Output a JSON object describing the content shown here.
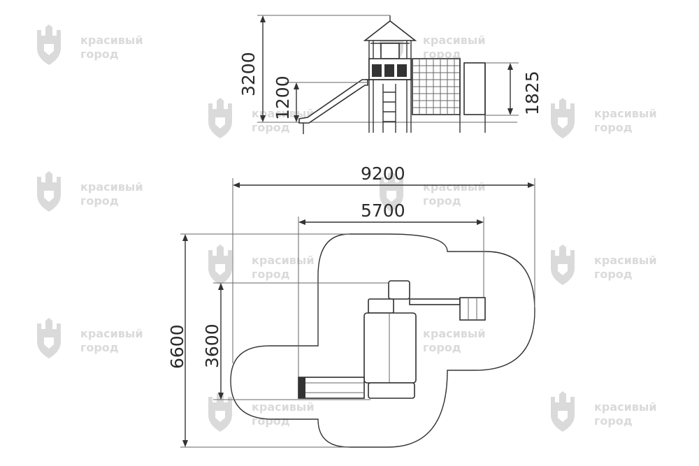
{
  "watermark": {
    "line1": "красивый",
    "line2": "город"
  },
  "dimensions": {
    "height_total": "3200",
    "height_platform": "1200",
    "height_net": "1825",
    "width_total": "9200",
    "width_inner": "5700",
    "depth_total": "6600",
    "depth_inner": "3600"
  },
  "colors": {
    "line": "#333333",
    "watermark": "#dadada",
    "background": "#ffffff"
  }
}
